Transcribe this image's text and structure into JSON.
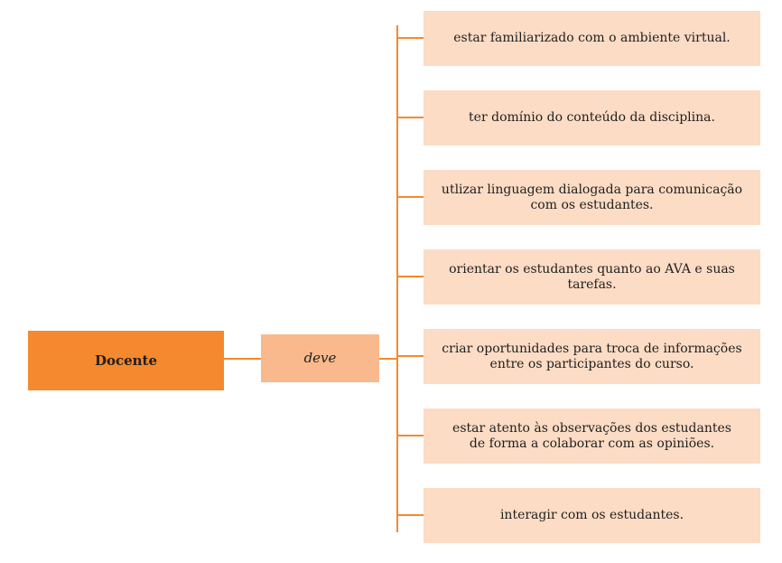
{
  "diagram": {
    "root_label": "Docente",
    "connector_label": "deve",
    "items": [
      "estar familiarizado com o ambiente virtual.",
      "ter domínio do conteúdo da disciplina.",
      "utlizar linguagem dialogada para comunicação\ncom os estudantes.",
      "orientar os estudantes quanto ao AVA e suas tarefas.",
      "criar oportunidades para troca de informações\nentre os participantes  do curso.",
      "estar atento às observações dos estudantes\nde forma a colaborar com as opiniões.",
      "interagir com os estudantes."
    ],
    "colors": {
      "root": "#F5892F",
      "connector": "#F9B98C",
      "item": "#FCDCC4",
      "line": "#F5892F"
    }
  }
}
